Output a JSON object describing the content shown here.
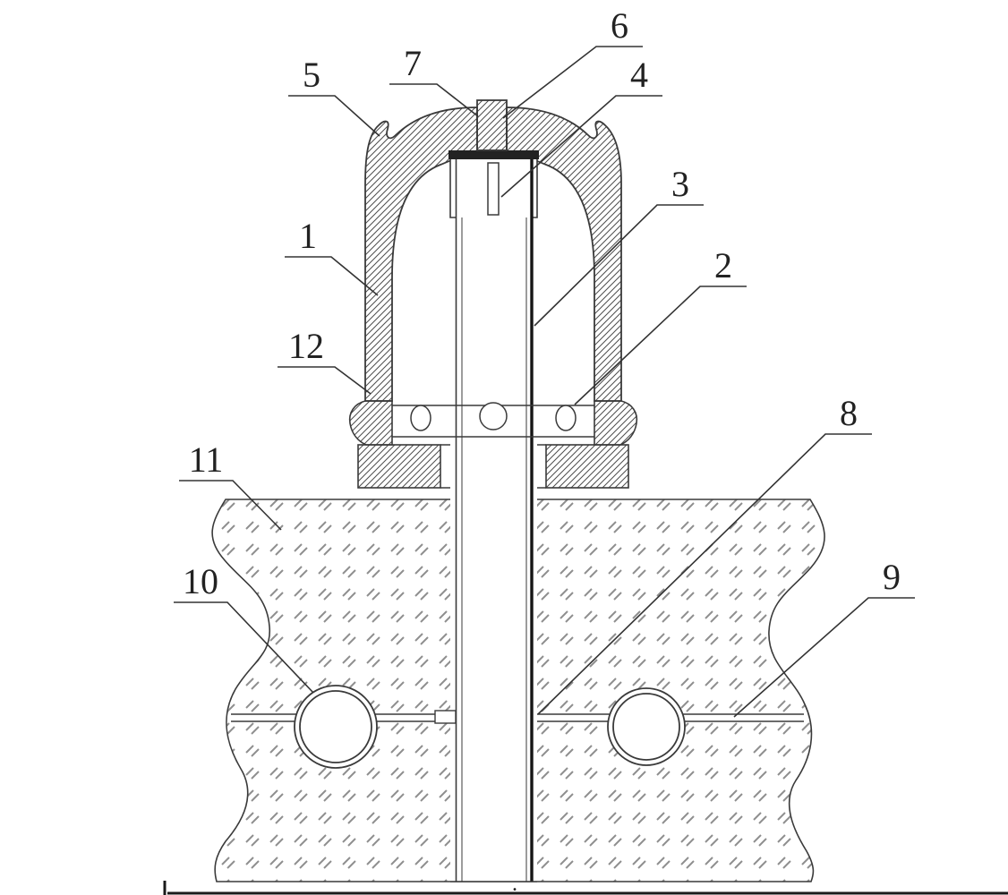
{
  "figure": {
    "background": "#ffffff",
    "line_color": "#3a3a3a",
    "thick_line_color": "#151515",
    "hatch_color": "#4d4d4d",
    "ground_mark_color": "#8f8f8f",
    "labels": [
      "1",
      "2",
      "3",
      "4",
      "5",
      "6",
      "7",
      "8",
      "9",
      "10",
      "11",
      "12"
    ],
    "bottom_mark": "."
  }
}
